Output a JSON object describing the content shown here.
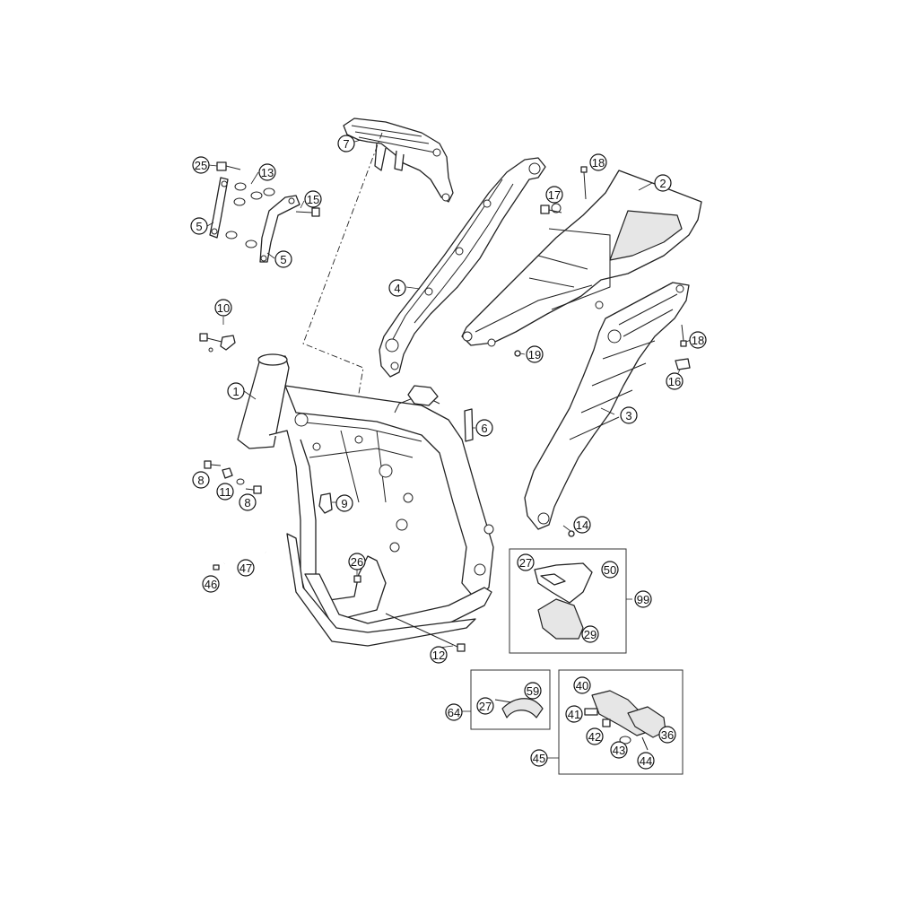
{
  "callouts": [
    {
      "id": "c1",
      "label": "1"
    },
    {
      "id": "c2",
      "label": "2"
    },
    {
      "id": "c3",
      "label": "3"
    },
    {
      "id": "c4",
      "label": "4"
    },
    {
      "id": "c5a",
      "label": "5"
    },
    {
      "id": "c5b",
      "label": "5"
    },
    {
      "id": "c6",
      "label": "6"
    },
    {
      "id": "c7",
      "label": "7"
    },
    {
      "id": "c8a",
      "label": "8"
    },
    {
      "id": "c8b",
      "label": "8"
    },
    {
      "id": "c9",
      "label": "9"
    },
    {
      "id": "c10",
      "label": "10"
    },
    {
      "id": "c11",
      "label": "11"
    },
    {
      "id": "c12",
      "label": "12"
    },
    {
      "id": "c13",
      "label": "13"
    },
    {
      "id": "c14",
      "label": "14"
    },
    {
      "id": "c15",
      "label": "15"
    },
    {
      "id": "c16",
      "label": "16"
    },
    {
      "id": "c17",
      "label": "17"
    },
    {
      "id": "c18a",
      "label": "18"
    },
    {
      "id": "c18b",
      "label": "18"
    },
    {
      "id": "c19",
      "label": "19"
    },
    {
      "id": "c25",
      "label": "25"
    },
    {
      "id": "c26",
      "label": "26"
    },
    {
      "id": "c27a",
      "label": "27"
    },
    {
      "id": "c27b",
      "label": "27"
    },
    {
      "id": "c29",
      "label": "29"
    },
    {
      "id": "c36",
      "label": "36"
    },
    {
      "id": "c40",
      "label": "40"
    },
    {
      "id": "c41",
      "label": "41"
    },
    {
      "id": "c42",
      "label": "42"
    },
    {
      "id": "c43",
      "label": "43"
    },
    {
      "id": "c44",
      "label": "44"
    },
    {
      "id": "c45",
      "label": "45"
    },
    {
      "id": "c46",
      "label": "46"
    },
    {
      "id": "c47",
      "label": "47"
    },
    {
      "id": "c50",
      "label": "50"
    },
    {
      "id": "c59",
      "label": "59"
    },
    {
      "id": "c64",
      "label": "64"
    },
    {
      "id": "c99",
      "label": "99"
    }
  ]
}
